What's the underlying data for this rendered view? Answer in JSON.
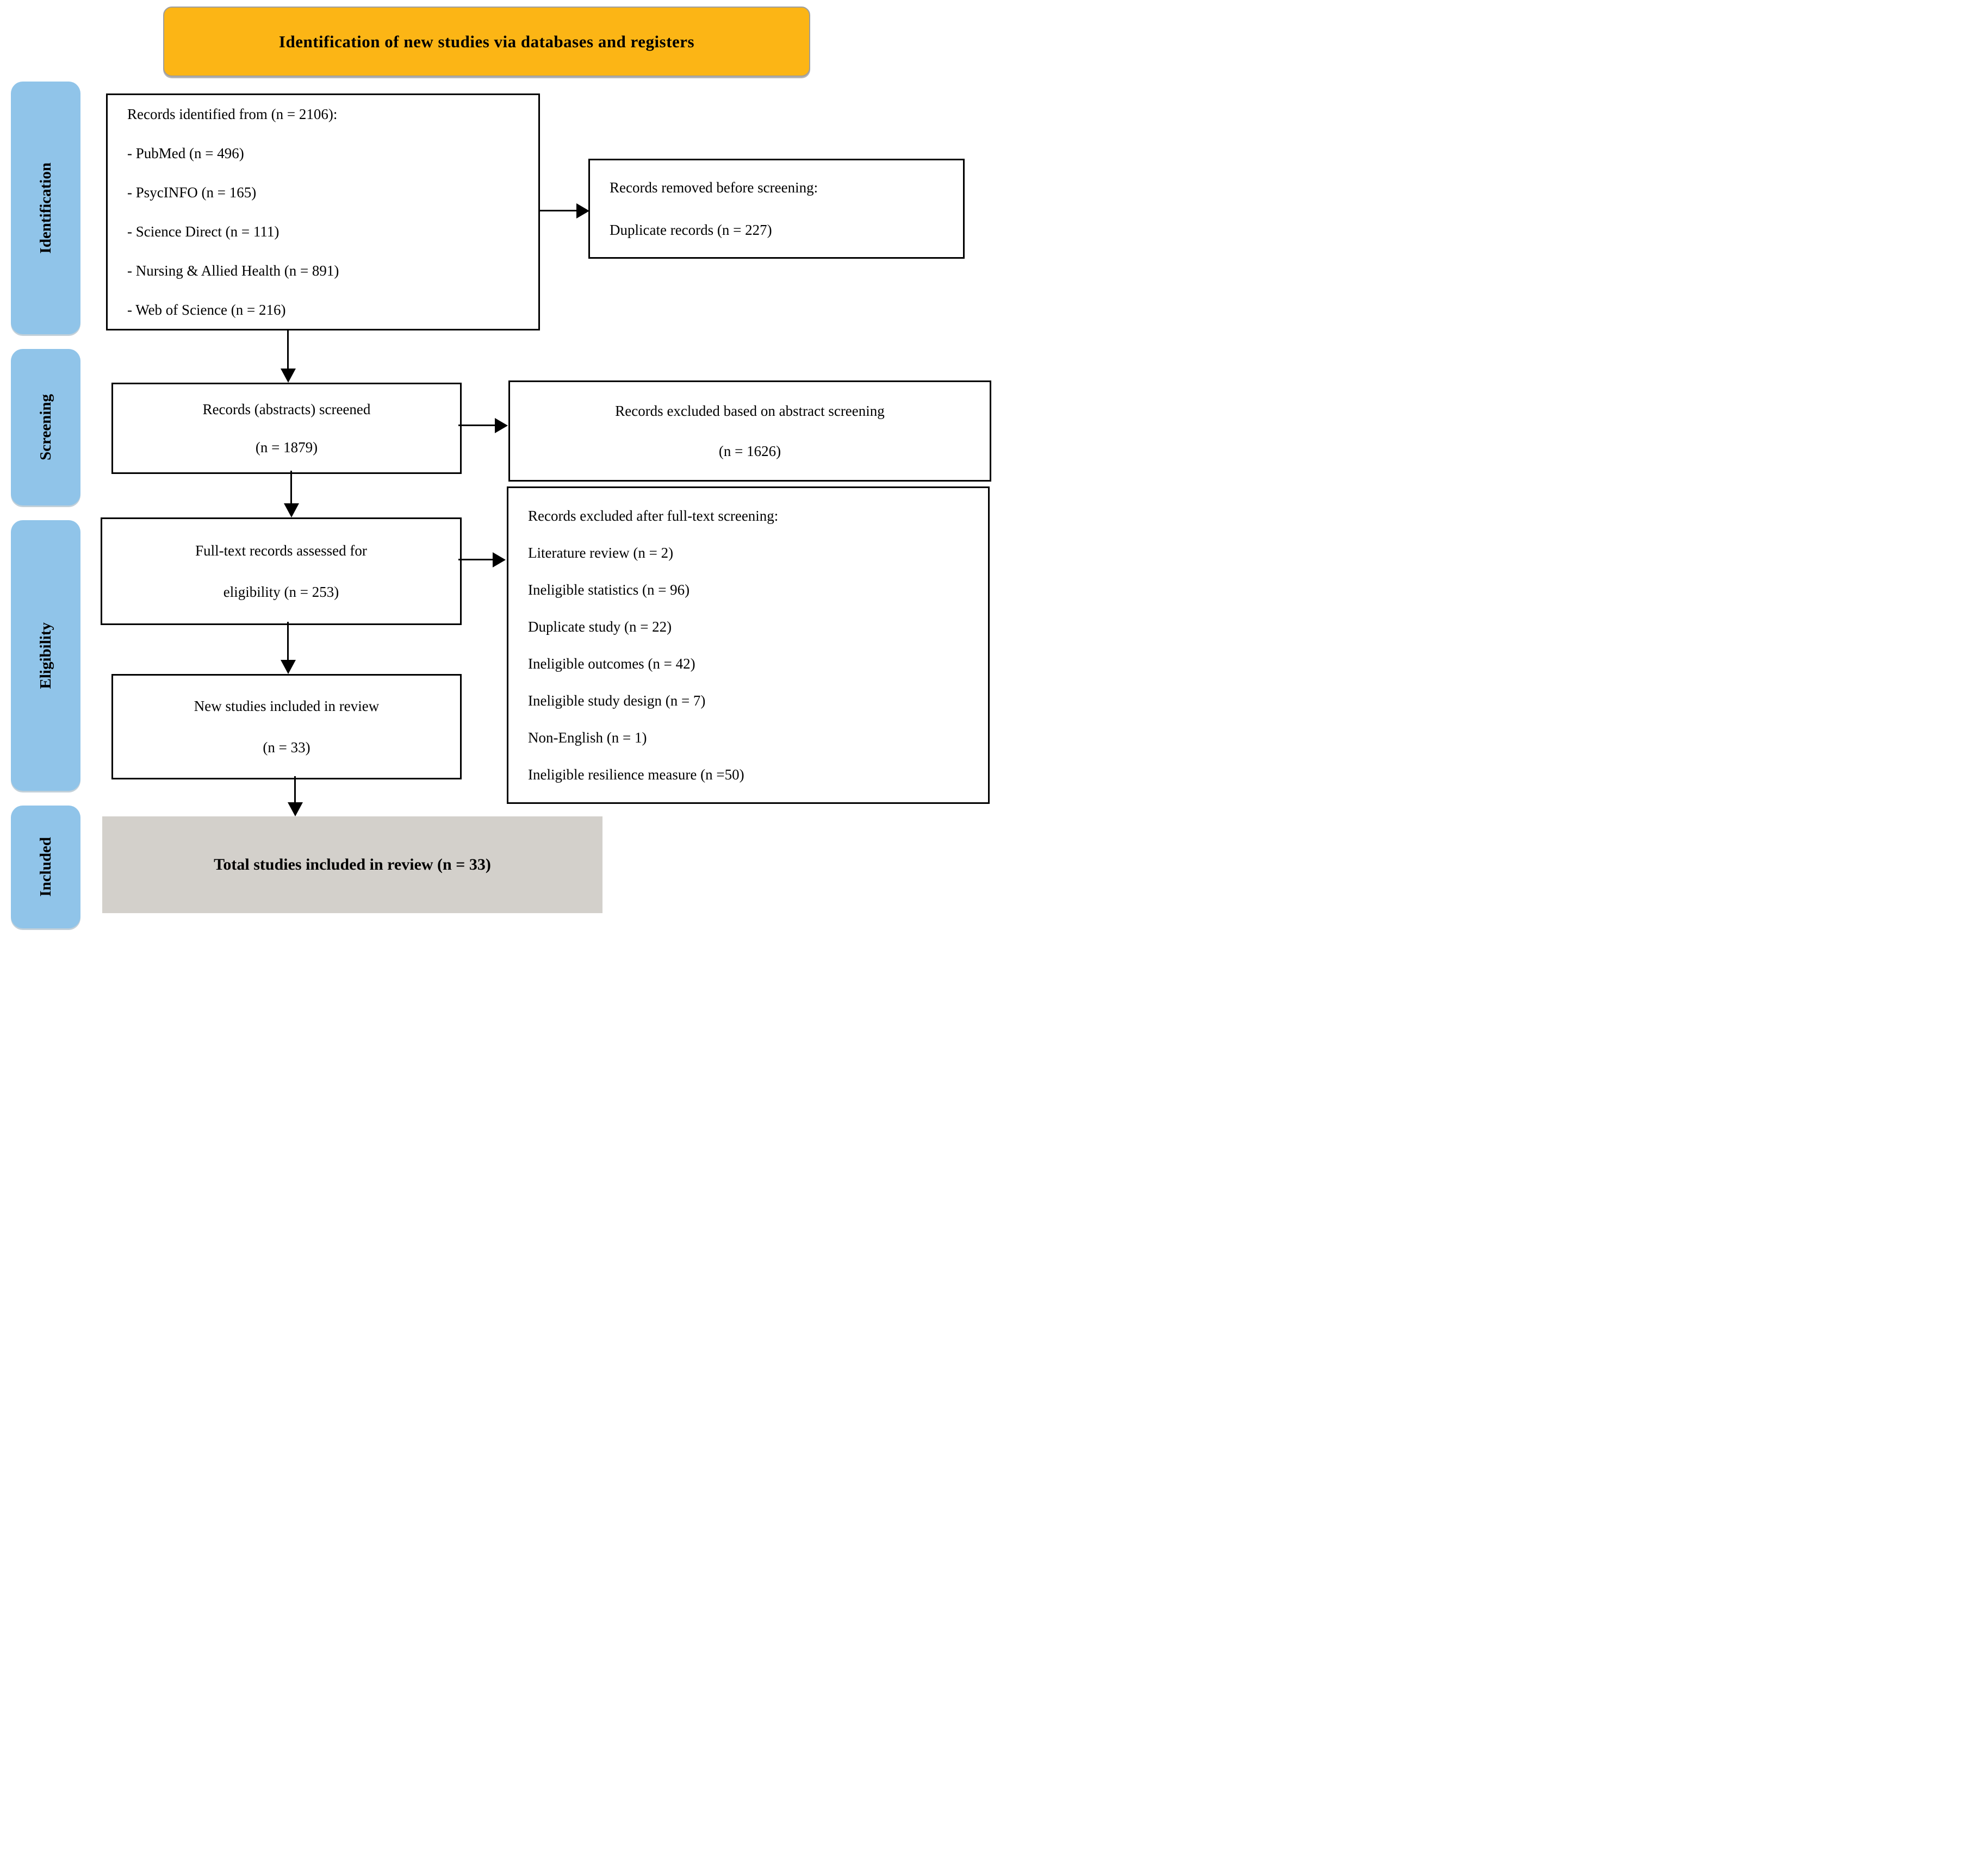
{
  "title": "Identification of new studies via databases and registers",
  "colors": {
    "banner_fill": "#FCB515",
    "banner_border": "#9E9E9E",
    "stage_fill": "#90C4E9",
    "total_fill": "#D3D0CB",
    "line_color": "#000000"
  },
  "sidebar": {
    "stages": [
      {
        "label": "Identification"
      },
      {
        "label": "Screening"
      },
      {
        "label": "Eligibility"
      },
      {
        "label": "Included"
      }
    ]
  },
  "boxes": {
    "identified": {
      "lines": [
        "Records identified from (n = 2106):",
        "- PubMed (n = 496)",
        "- PsycINFO (n = 165)",
        "- Science Direct (n = 111)",
        "- Nursing & Allied Health (n = 891)",
        "- Web of Science (n = 216)"
      ]
    },
    "removed_before_screening": {
      "lines": [
        "Records removed before screening:",
        "Duplicate records (n = 227)"
      ]
    },
    "abstracts_screened": {
      "lines": [
        "Records (abstracts) screened",
        "(n = 1879)"
      ]
    },
    "excluded_abstract": {
      "lines": [
        "Records excluded based on abstract screening",
        "(n = 1626)"
      ]
    },
    "fulltext_assessed": {
      "lines": [
        "Full-text records assessed for",
        "eligibility (n = 253)"
      ]
    },
    "excluded_fulltext": {
      "lines": [
        "Records excluded after full-text screening:",
        "Literature review (n = 2)",
        "Ineligible statistics (n = 96)",
        "Duplicate study (n = 22)",
        "Ineligible outcomes (n = 42)",
        "Ineligible study design (n = 7)",
        "Non-English (n = 1)",
        "Ineligible resilience measure (n =50)"
      ]
    },
    "new_included": {
      "lines": [
        "New studies included in review",
        "(n = 33)"
      ]
    },
    "total_included": {
      "text": "Total studies included in review (n = 33)"
    }
  }
}
